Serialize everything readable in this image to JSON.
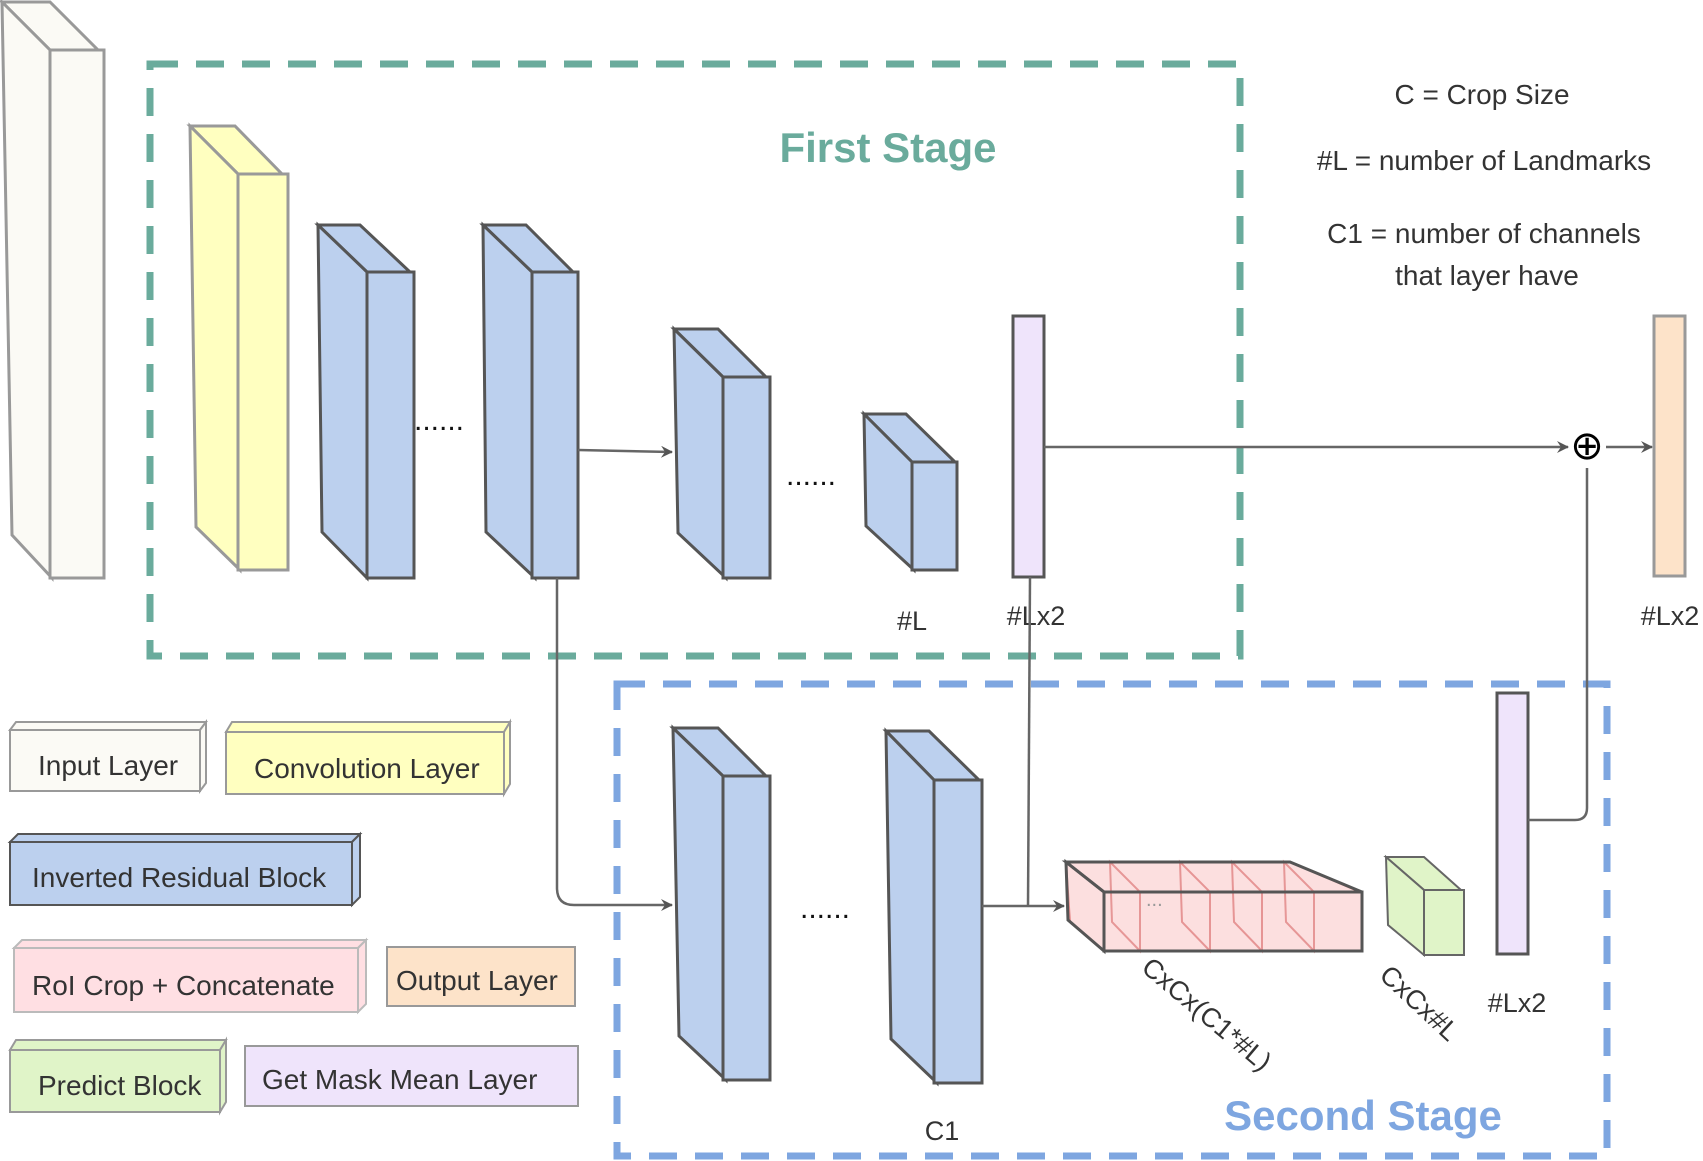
{
  "stages": {
    "first": {
      "title": "First Stage",
      "color": "#6aab9c"
    },
    "second": {
      "title": "Second Stage",
      "color": "#7ea6e0"
    }
  },
  "notes": {
    "line1": "C = Crop Size",
    "line2": "#L = number of Landmarks",
    "line3a": "C1 = number of channels",
    "line3b": "that layer have"
  },
  "labels": {
    "first_L": "#L",
    "first_Lx2": "#Lx2",
    "output_Lx2": "#Lx2",
    "second_Lx2": "#Lx2",
    "c1": "C1",
    "crop_dims": "CxCx(C1*#L)",
    "predict_dims": "CxCx#L",
    "dots": "......",
    "small_dots": "..."
  },
  "sum_symbol": "⊕",
  "legend": [
    {
      "label": "Input Layer",
      "color": "#fbfaf5"
    },
    {
      "label": "Convolution Layer",
      "color": "#ffffc0"
    },
    {
      "label": "Inverted Residual Block",
      "color": "#bcd0ee"
    },
    {
      "label": "RoI Crop + Concatenate",
      "color": "#ffdfe3"
    },
    {
      "label": "Output Layer",
      "color": "#fde3c9"
    },
    {
      "label": "Predict Block",
      "color": "#e0f4c8"
    },
    {
      "label": "Get Mask Mean Layer",
      "color": "#efe4fb"
    }
  ],
  "colors": {
    "input": "#fbfaf5",
    "conv": "#ffffc0",
    "irb": "#bcd0ee",
    "crop": "#f9c4c4",
    "output": "#fde3c9",
    "predict": "#e0f4c8",
    "mask": "#efe4fb",
    "edge": "#555555"
  }
}
